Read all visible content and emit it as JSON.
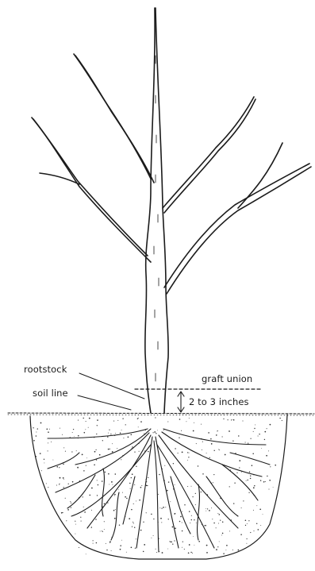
{
  "labels": {
    "rootstock": "rootstock",
    "soil_line": "soil line",
    "graft_union": "graft union",
    "depth": "2 to 3 inches"
  }
}
